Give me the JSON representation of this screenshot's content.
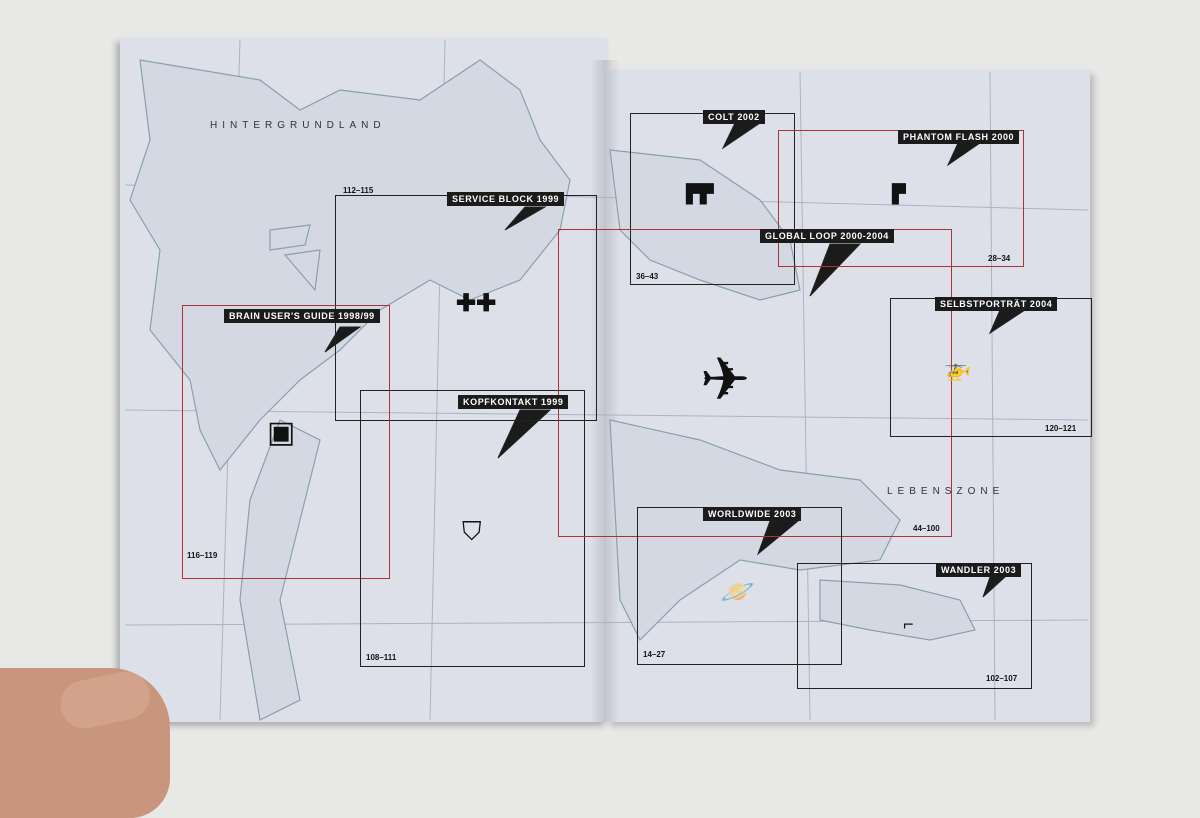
{
  "regions": {
    "background": "HINTERGRUNDLAND",
    "life": "LEBENSZONE"
  },
  "projects": [
    {
      "title": "SERVICE BLOCK 1999",
      "pages": "112–115",
      "icon": "double-cross-icon"
    },
    {
      "title": "BRAIN USER'S GUIDE 1998/99",
      "pages": "116–119",
      "icon": "computer-icon"
    },
    {
      "title": "KOPFKONTAKT 1999",
      "pages": "108–111",
      "icon": "head-icon"
    },
    {
      "title": "GLOBAL LOOP 2000-2004",
      "pages": "44–100",
      "icon": "airplane-icon"
    },
    {
      "title": "COLT 2002",
      "pages": "36–43",
      "icon": "pistols-icon"
    },
    {
      "title": "PHANTOM FLASH 2000",
      "pages": "28–34",
      "icon": "pistol-icon"
    },
    {
      "title": "SELBSTPORTRÄT 2004",
      "pages": "120–121",
      "icon": "helicopter-icon"
    },
    {
      "title": "WORLDWIDE 2003",
      "pages": "14–27",
      "icon": "globe-icon"
    },
    {
      "title": "WANDLER 2003",
      "pages": "102–107",
      "icon": "step-icon"
    }
  ],
  "colors": {
    "page": "#dde0e9",
    "red_frame": "#aa3333",
    "coast": "#8a9fb0"
  }
}
